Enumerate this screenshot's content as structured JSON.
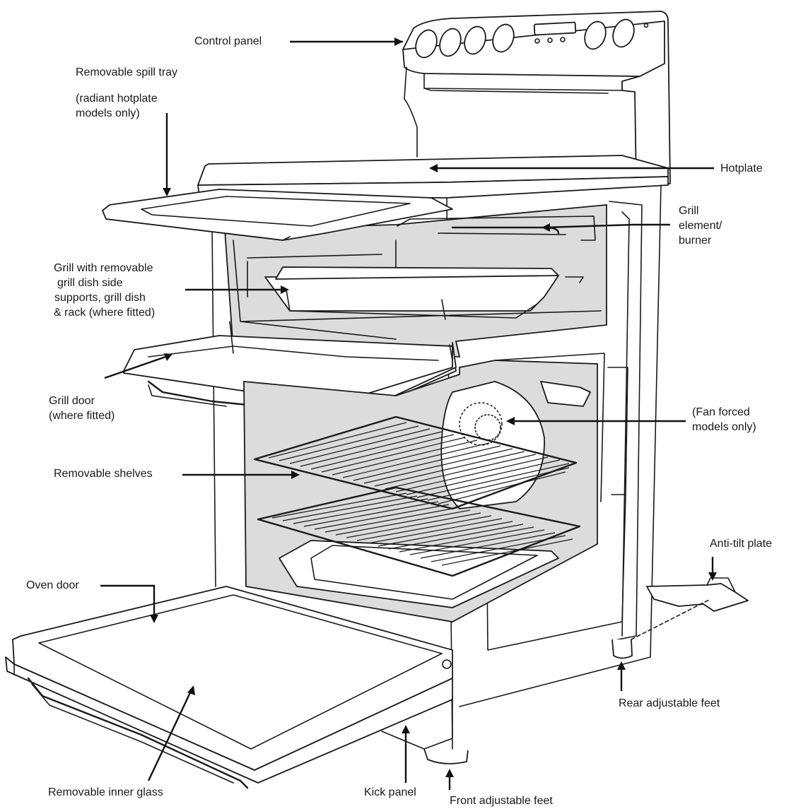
{
  "diagram": {
    "labels": {
      "control_panel": "Control panel",
      "spill_tray": [
        "Removable spill tray"
      ],
      "spill_tray_note": [
        "(radiant hotplate",
        "models only)"
      ],
      "hotplate": "Hotplate",
      "grill_element": [
        "Grill",
        "element/",
        "burner"
      ],
      "grill": [
        "Grill with removable",
        "grill dish side",
        "supports, grill dish",
        "& rack (where fitted)"
      ],
      "grill_door": [
        "Grill door",
        "(where fitted)"
      ],
      "fan": [
        "(Fan forced",
        "models only)"
      ],
      "shelves": "Removable shelves",
      "anti_tilt": "Anti-tilt plate",
      "oven_door": "Oven door",
      "rear_feet": "Rear adjustable feet",
      "inner_glass": "Removable inner glass",
      "kick_panel": "Kick panel",
      "front_feet": "Front adjustable feet"
    },
    "colors": {
      "line": "#1a1a1a",
      "cavity": "#dcdcdc",
      "background": "#ffffff"
    }
  }
}
